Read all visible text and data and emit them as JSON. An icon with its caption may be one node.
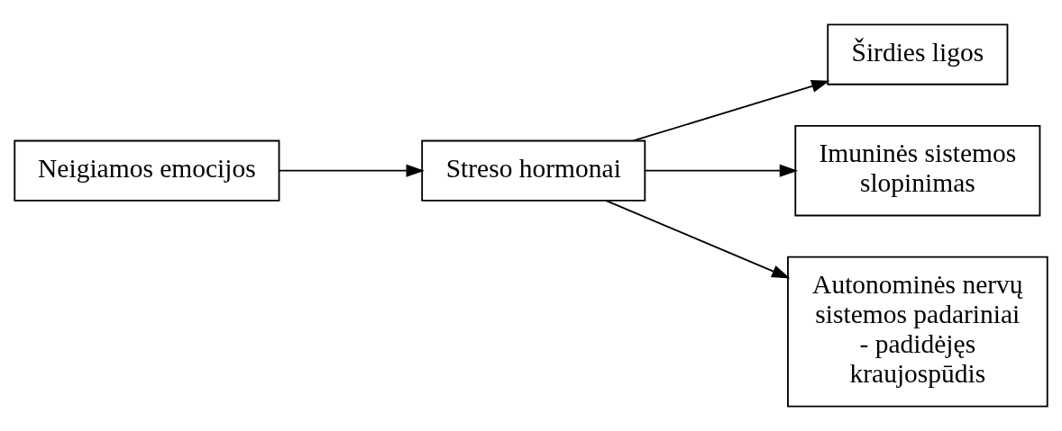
{
  "diagram": {
    "nodes": [
      {
        "text": [
          "Neigiamos emocijos"
        ]
      },
      {
        "text": [
          "Streso hormonai"
        ]
      },
      {
        "text": [
          "Širdies ligos"
        ]
      },
      {
        "text": [
          "Imuninės sistemos slopinimas"
        ]
      },
      {
        "text": [
          "Autonominės nervų sistemos padariniai - padidėjęs kraujospūdis"
        ]
      }
    ],
    "edges": [
      {
        "from": 0,
        "to": 1,
        "arrow": "to"
      },
      {
        "from": 1,
        "to": 2,
        "arrow": "to"
      },
      {
        "from": 1,
        "to": 3,
        "arrow": "to"
      },
      {
        "from": 1,
        "to": 4,
        "arrow": "to"
      }
    ]
  }
}
